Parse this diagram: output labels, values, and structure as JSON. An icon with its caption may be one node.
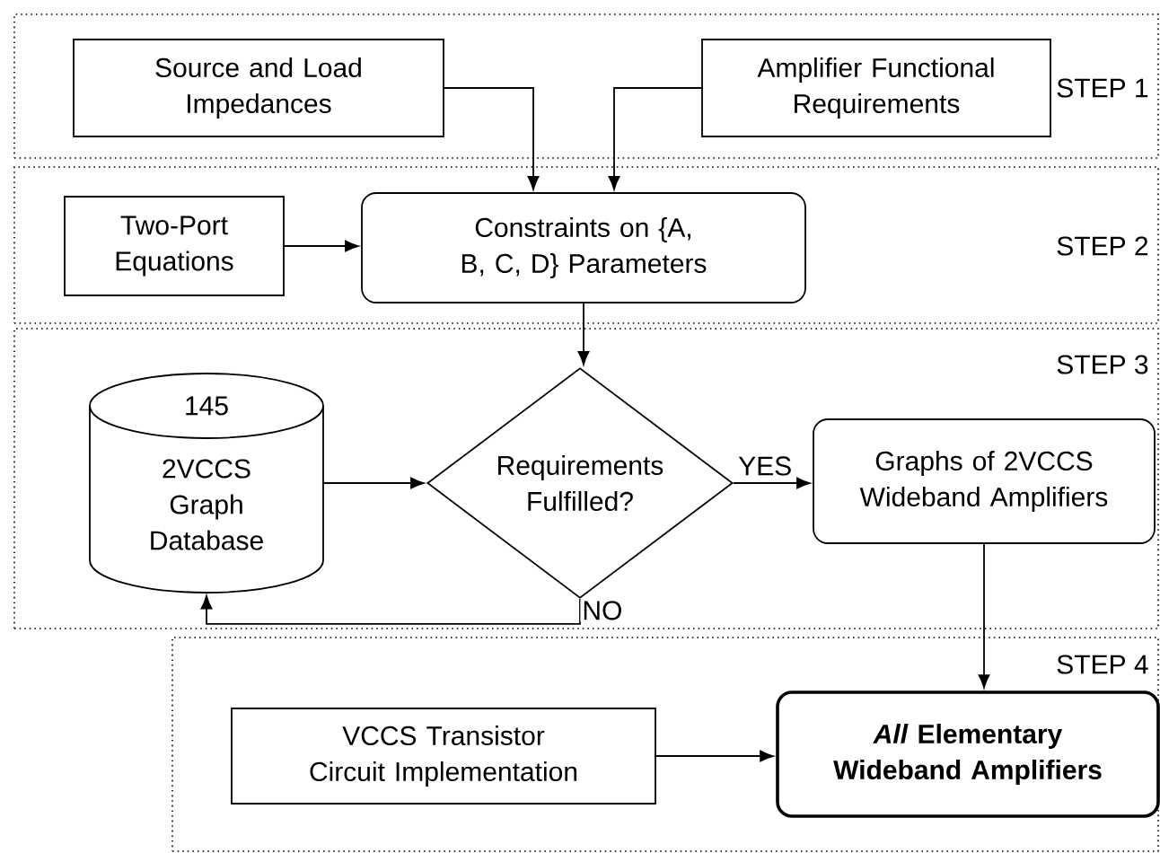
{
  "diagram": {
    "nodes": [
      {
        "text": [
          "STEP 1"
        ]
      },
      {
        "text": [
          "Source and Load Impedances"
        ],
        "in": 0
      },
      {
        "text": [
          "Amplifier Functional Requirements"
        ],
        "in": 0
      },
      {
        "text": [
          "STEP 2"
        ]
      },
      {
        "text": [
          "Two-Port Equations"
        ],
        "in": 3
      },
      {
        "text": [
          "Constraints on {A, B, C, D} Parameters"
        ],
        "in": 3
      },
      {
        "text": [
          "STEP 3"
        ]
      },
      {
        "text": [
          "145",
          "2VCCS Graph Database"
        ],
        "in": 6
      },
      {
        "text": [
          "Requirements Fulfilled?"
        ],
        "in": 6
      },
      {
        "text": [
          "Graphs of 2VCCS Wideband Amplifiers"
        ],
        "in": 6
      },
      {
        "text": [
          "STEP 4"
        ]
      },
      {
        "text": [
          "VCCS Transistor Circuit Implementation"
        ],
        "in": 10
      },
      {
        "text": [
          "*All* Elementary Wideband Amplifiers"
        ],
        "in": 10
      }
    ],
    "edges": [
      {
        "from": 1,
        "to": 5,
        "arrow": "to"
      },
      {
        "from": 2,
        "to": 5,
        "arrow": "to"
      },
      {
        "from": 4,
        "to": 5,
        "arrow": "to"
      },
      {
        "from": 5,
        "to": 8,
        "arrow": "to"
      },
      {
        "from": 7,
        "to": 8,
        "arrow": "to"
      },
      {
        "from": 8,
        "to": 9,
        "arrow": "to",
        "label": "YES"
      },
      {
        "from": 8,
        "to": 7,
        "arrow": "to",
        "label": "NO"
      },
      {
        "from": 9,
        "to": 12,
        "arrow": "to"
      },
      {
        "from": 11,
        "to": 12,
        "arrow": "to"
      }
    ]
  }
}
